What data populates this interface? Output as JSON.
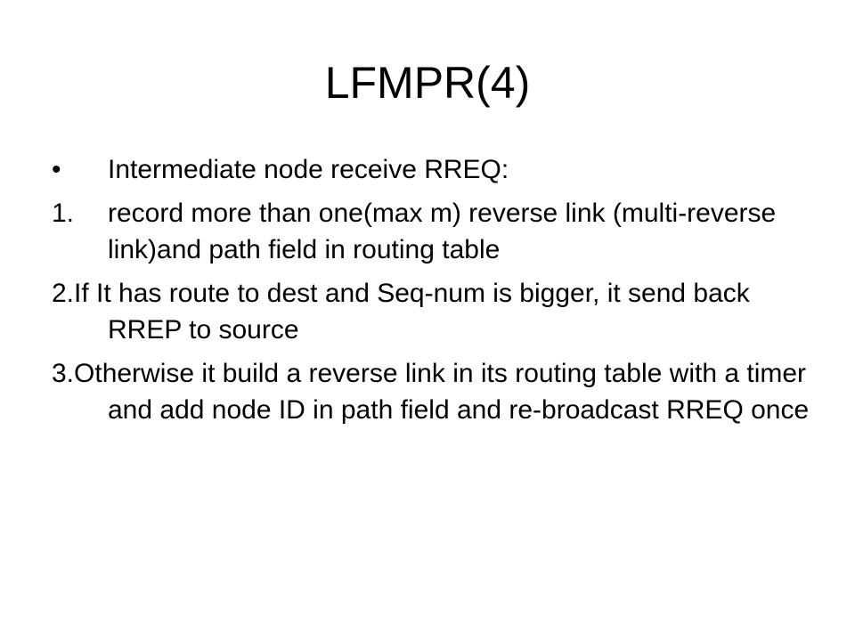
{
  "slide": {
    "title": "LFMPR(4)",
    "items": [
      {
        "marker": "•",
        "text": "Intermediate node receive RREQ:"
      },
      {
        "marker": "1.",
        "text": "record more than one(max m) reverse link (multi-reverse link)and path field in routing table"
      },
      {
        "text": "2.If It has route to dest and Seq-num is bigger, it send back RREP to source"
      },
      {
        "text": "3.Otherwise it build a reverse link in its routing table with a timer and add node ID in path field and re-broadcast RREQ once"
      }
    ]
  }
}
